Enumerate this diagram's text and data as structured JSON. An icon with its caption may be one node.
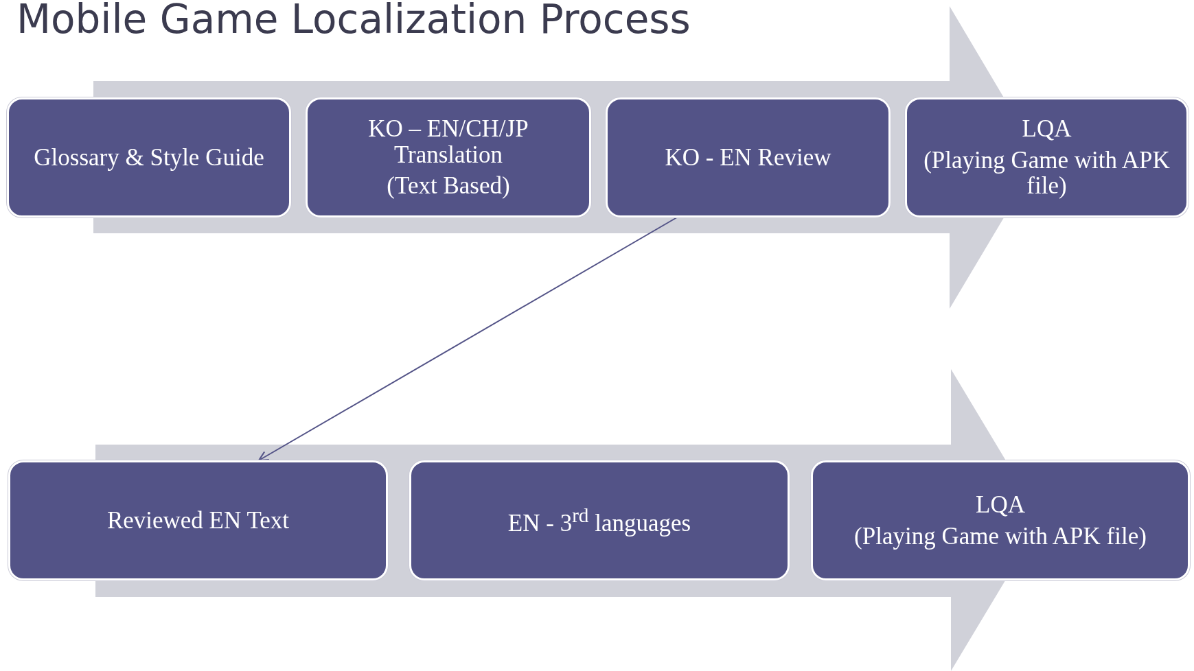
{
  "diagram": {
    "title": "Mobile Game Localization Process",
    "nodes": [
      {
        "text": [
          "Glossary & Style Guide"
        ]
      },
      {
        "text": [
          "KO – EN/CH/JP Translation",
          "(Text Based)"
        ]
      },
      {
        "text": [
          "KO - EN Review"
        ]
      },
      {
        "text": [
          "LQA",
          "(Playing Game with APK file)"
        ]
      },
      {
        "text": [
          "Reviewed EN Text"
        ]
      },
      {
        "text": [
          "EN - 3$^{rd}$ languages"
        ]
      },
      {
        "text": [
          "LQA",
          "(Playing Game with APK file)"
        ]
      }
    ],
    "edges": [
      {
        "from": 2,
        "to": 4,
        "arrow": "to"
      }
    ]
  }
}
